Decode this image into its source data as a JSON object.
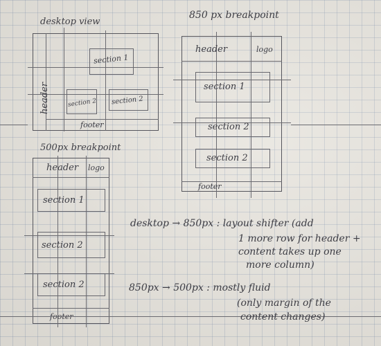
{
  "desktop": {
    "title": "desktop view",
    "header": "header",
    "section1": "section 1",
    "section2a": "section 2",
    "section2b": "section 2",
    "footer": "footer"
  },
  "bp850": {
    "title": "850 px breakpoint",
    "header": "header",
    "logo": "logo",
    "section1": "section 1",
    "section2a": "section 2",
    "section2b": "section 2",
    "footer": "footer"
  },
  "bp500": {
    "title": "500px breakpoint",
    "header": "header",
    "logo": "logo",
    "section1": "section 1",
    "section2a": "section 2",
    "section2b": "section 2",
    "footer": "footer"
  },
  "notes": {
    "note1_line1": "desktop → 850px : layout shifter (add",
    "note1_line2": "1 more row for header +",
    "note1_line3": "content takes up one",
    "note1_line4": "more column)",
    "note2_line1": "850px → 500px : mostly fluid",
    "note2_line2": "(only margin of the",
    "note2_line3": "content changes)"
  }
}
